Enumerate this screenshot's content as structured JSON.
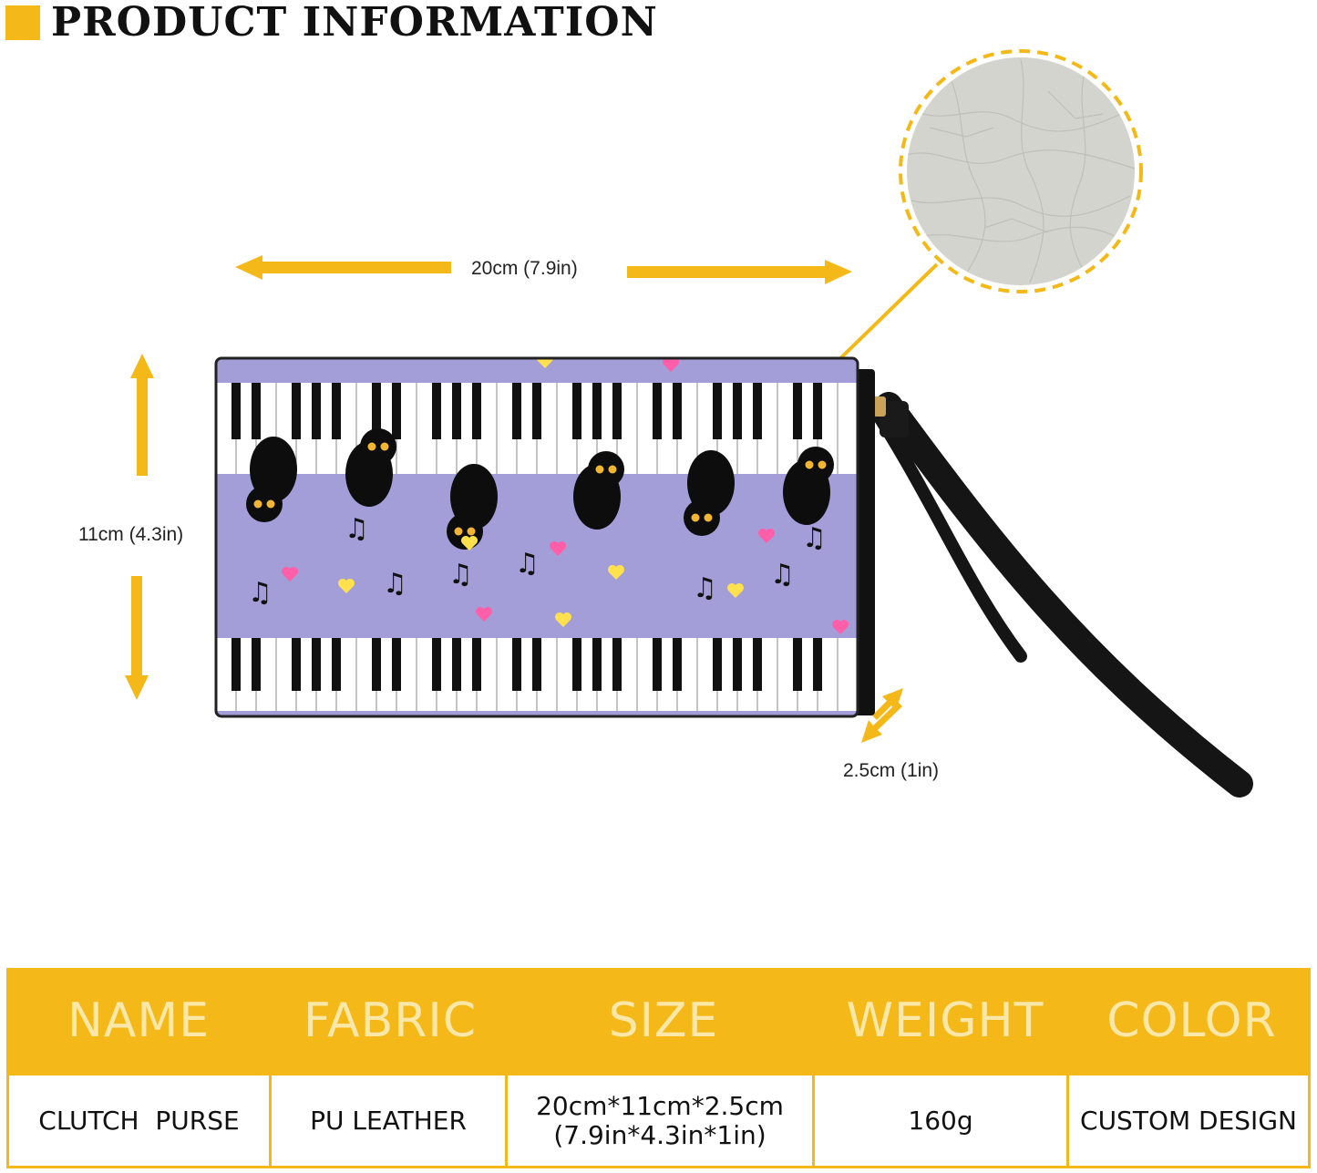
{
  "header": {
    "title": "PRODUCT INFORMATION"
  },
  "dimensions": {
    "width": "20cm (7.9in)",
    "height": "11cm (4.3in)",
    "depth": "2.5cm (1in)"
  },
  "spec_table": {
    "headers": [
      "NAME",
      "FABRIC",
      "SIZE",
      "WEIGHT",
      "COLOR"
    ],
    "values": {
      "name": "CLUTCH  PURSE",
      "fabric": "PU LEATHER",
      "size_line1": "20cm*11cm*2.5cm",
      "size_line2": "(7.9in*4.3in*1in)",
      "weight": "160g",
      "color": "CUSTOM DESIGN"
    }
  },
  "colors": {
    "accent": "#f4b919",
    "purse_purple": "#a49ed8",
    "leather_swatch": "#d4d4cf"
  }
}
